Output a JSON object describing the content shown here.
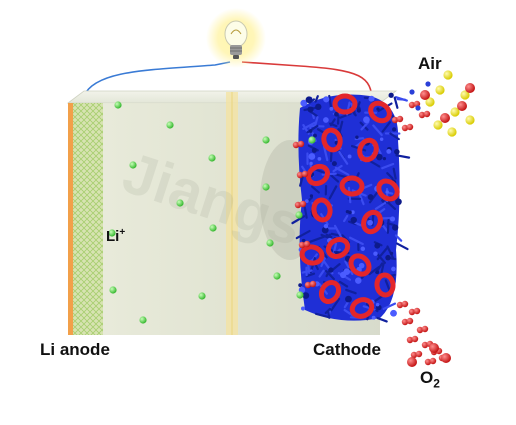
{
  "labels": {
    "anode": "Li anode",
    "cathode": "Cathode",
    "air": "Air",
    "o2_base": "O",
    "o2_sub": "2",
    "li_base": "Li",
    "li_sup": "+"
  },
  "watermark": "Jiangs",
  "colors": {
    "anode_edge": "#f2a04a",
    "anode_mesh": "#a8d46a",
    "separator": "#f4e3a0",
    "cathode_network": "#1f2fd6",
    "cathode_rings": "#e3262b",
    "li_ion": "#5de05a",
    "o2_molecule": "#e62a2a",
    "air_molecule": "#f2ea1f",
    "wire_left": "#3a7bd5",
    "wire_right": "#d93a3a",
    "bulb_glow": "#fff29a"
  }
}
